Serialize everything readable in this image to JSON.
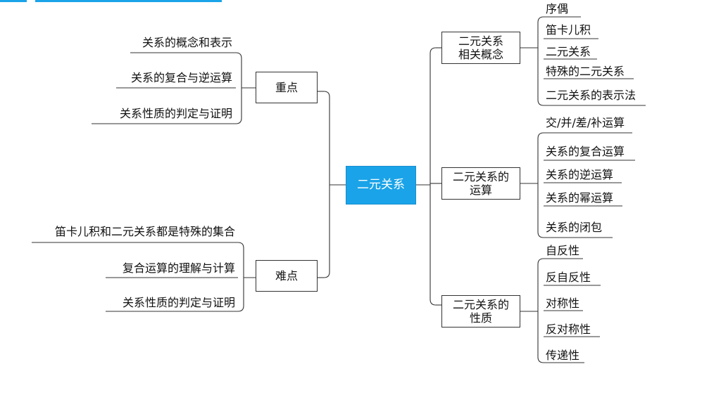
{
  "center": "二元关系",
  "left_branches": [
    {
      "label": "重点",
      "children": [
        "关系的概念和表示",
        "关系的复合与逆运算",
        "关系性质的判定与证明"
      ]
    },
    {
      "label": "难点",
      "children": [
        "笛卡儿积和二元关系都是特殊的集合",
        "复合运算的理解与计算",
        "关系性质的判定与证明"
      ]
    }
  ],
  "right_branches": [
    {
      "label_lines": [
        "二元关系",
        "相关概念"
      ],
      "children": [
        "序偶",
        "笛卡儿积",
        "二元关系",
        "特殊的二元关系",
        "二元关系的表示法"
      ]
    },
    {
      "label_lines": [
        "二元关系的",
        "运算"
      ],
      "children": [
        "交/并/差/补运算",
        "关系的复合运算",
        "关系的逆运算",
        "关系的幂运算",
        "关系的闭包"
      ]
    },
    {
      "label_lines": [
        "二元关系的",
        "性质"
      ],
      "children": [
        "自反性",
        "反自反性",
        "对称性",
        "反对称性",
        "传递性"
      ]
    }
  ],
  "colors": {
    "accent": "#1aa3e8",
    "line": "#333333"
  }
}
